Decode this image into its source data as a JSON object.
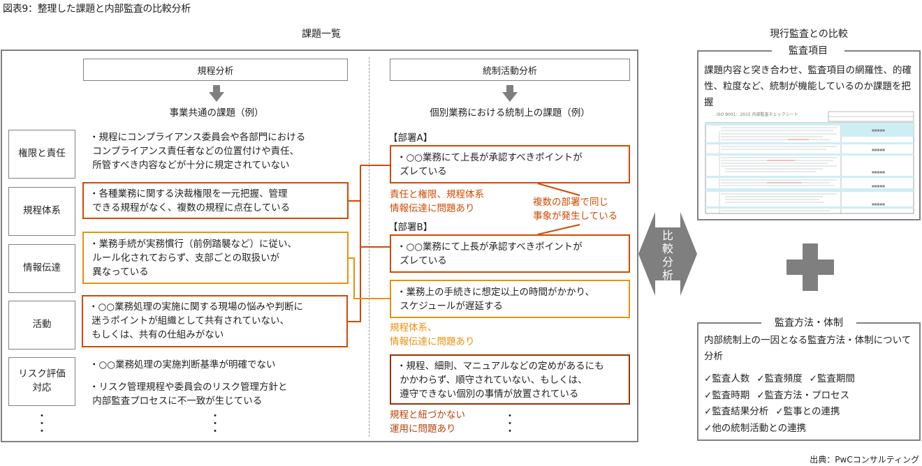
{
  "figure": {
    "title": "図表9：整理した課題と内部監査の比較分析",
    "source": "出典：PwCコンサルティング"
  },
  "issues_panel": {
    "title": "課題一覧",
    "left": {
      "header": "規程分析",
      "subtitle": "事業共通の課題（例）",
      "categories": [
        {
          "label": "権限と責任",
          "issue": "・規程にコンプライアンス委員会や各部門における\n コンプライアンス責任者などの位置付けや責任、\n 所管すべき内容などが十分に規定されていない",
          "highlight": "none"
        },
        {
          "label": "規程体系",
          "issue": "・各種業務に関する決裁権限を一元把握、管理\n できる規程がなく、複数の規程に点在している",
          "highlight": "red"
        },
        {
          "label": "情報伝達",
          "issue": "・業務手続が実務慣行（前例踏襲など）に従い、\n ルール化されておらず、支部ごとの取扱いが\n 異なっている",
          "highlight": "amber"
        },
        {
          "label": "活動",
          "issue": "・○○業務処理の実施に関する現場の悩みや判断に\n 迷うポイントが組織として共有されていない、\n もしくは、共有の仕組みがない",
          "highlight": "red"
        },
        {
          "label": "リスク評価\n対応",
          "issue": "・○○業務処理の実施判断基準が明確でない",
          "issue2": "・リスク管理規程や委員会のリスク管理方針と\n 内部監査プロセスに不一致が生じている",
          "highlight": "none"
        }
      ],
      "ellipsis": "・\n・\n・"
    },
    "right": {
      "header": "統制活動分析",
      "subtitle": "個別業務における統制上の課題（例）",
      "dept_a": {
        "label": "【部署A】",
        "issue": "・○○業務にて上長が承認すべきポイントが\n ズレている",
        "note": "責任と権限、規程体系\n情報伝達に問題あり"
      },
      "callout": "複数の部署で同じ\n事象が発生している",
      "dept_b": {
        "label": "【部署B】",
        "issue": "・○○業務にて上長が承認すべきポイントが\n ズレている",
        "issue2": "・業務上の手続きに想定以上の時間がかかり、\n スケジュールが遅延する",
        "note": "規程体系、\n情報伝達に問題あり"
      },
      "other": {
        "issue": "・規程、細則、マニュアルなどの定めがあるにも\n かかわらず、順守されていない、もしくは、\n 遵守できない個別の事情が放置されている",
        "note": "規程と紐づかない\n運用に問題あり"
      },
      "ellipsis": "・\n・\n・"
    }
  },
  "compare_arrow": {
    "label": "比\n較\n分\n析"
  },
  "comparison_panel": {
    "title": "現行監査との比較",
    "audit_items": {
      "title": "監査項目",
      "text": "課題内容と突き合わせ、監査項目の網羅性、的確性、粒度など、統制が機能しているのか課題を把握",
      "thumbnail_caption": "ISO 9001：2015 内部監査チェックシート"
    },
    "plus_icon": "plus-icon",
    "audit_method": {
      "title": "監査方法・体制",
      "text": "内部統制上の一因となる監査方法・体制について分析",
      "check_rows": [
        [
          "監査人数",
          "監査頻度",
          "監査期間"
        ],
        [
          "監査時期",
          "監査方法・プロセス"
        ],
        [
          "監査結果分析",
          "監事との連携"
        ],
        [
          "他の統制活動との連携"
        ]
      ],
      "check_glyph": "✓"
    }
  },
  "colors": {
    "frame_gray": "#808080",
    "red_orange": "#d04a02",
    "amber": "#e8910f",
    "brown": "#933401",
    "arrow_gray": "#7f7f7f"
  }
}
